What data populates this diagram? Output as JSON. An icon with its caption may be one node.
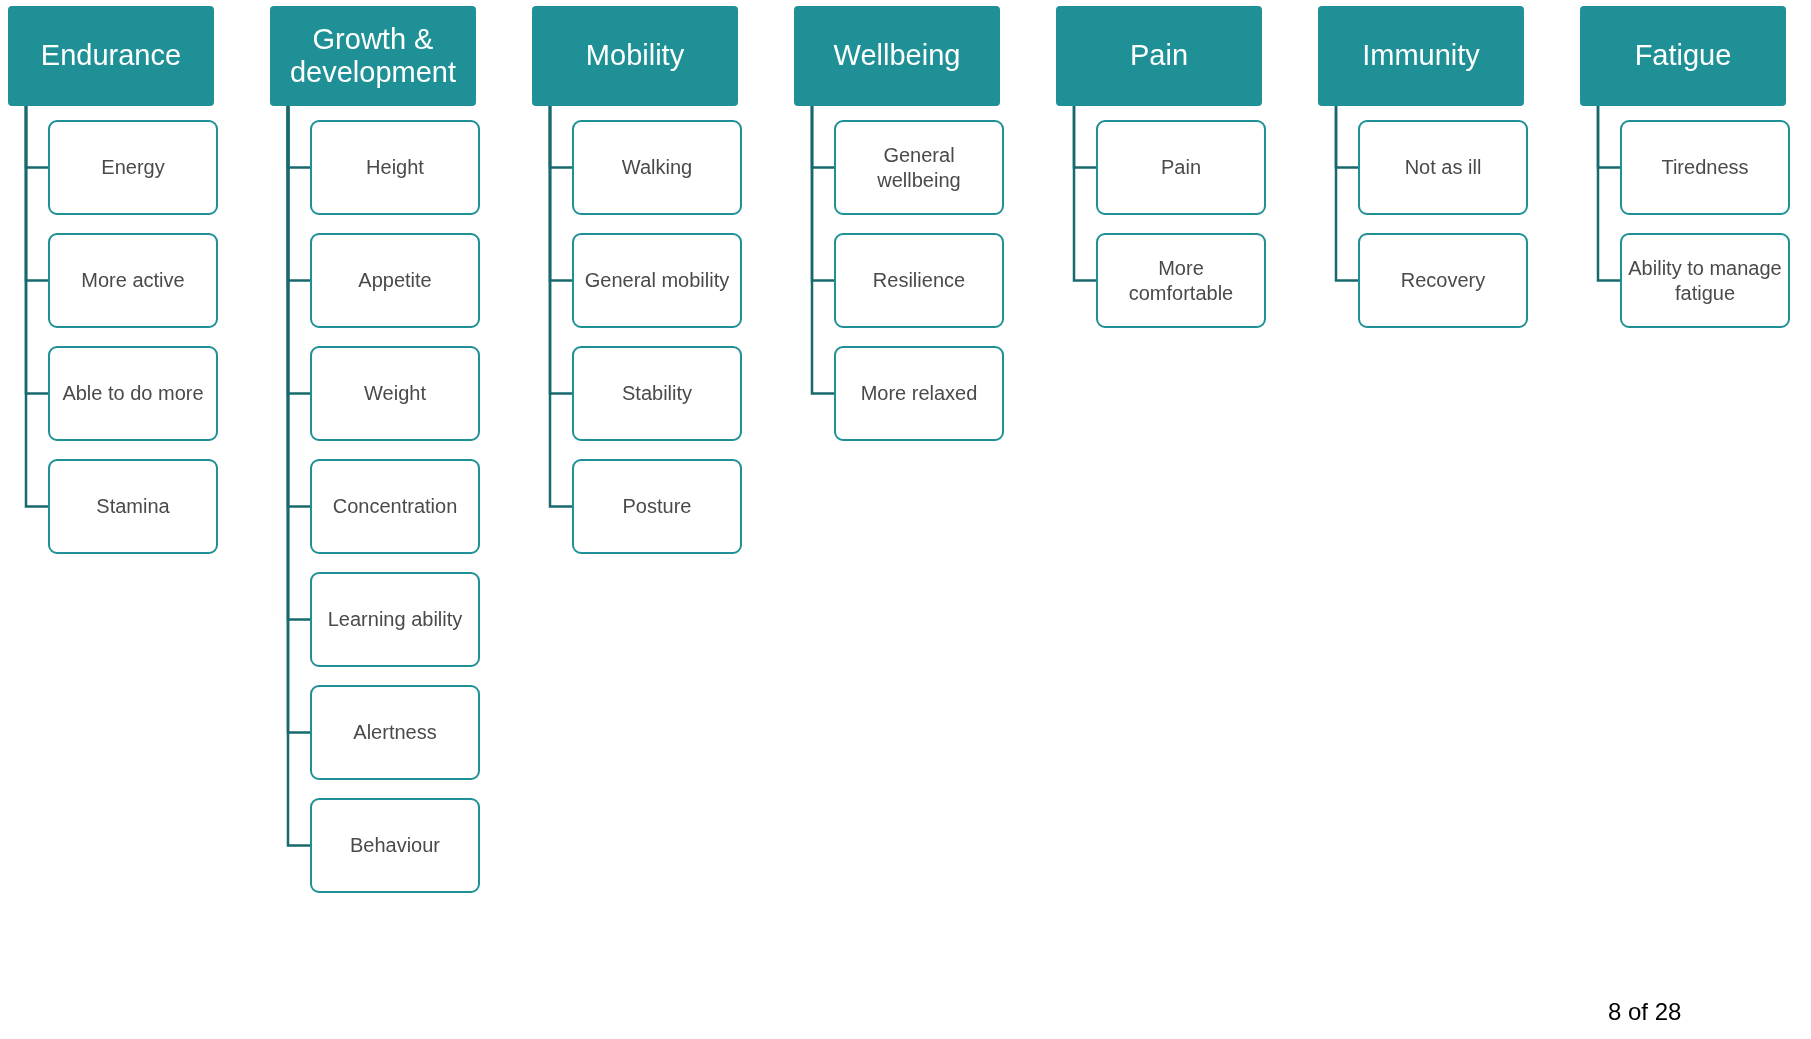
{
  "diagram": {
    "nodes": [
      {
        "text": [
          "Endurance"
        ]
      },
      {
        "text": [
          "Energy"
        ]
      },
      {
        "text": [
          "More active"
        ]
      },
      {
        "text": [
          "Able to do more"
        ]
      },
      {
        "text": [
          "Stamina"
        ]
      },
      {
        "text": [
          "Growth & development"
        ]
      },
      {
        "text": [
          "Height"
        ]
      },
      {
        "text": [
          "Appetite"
        ]
      },
      {
        "text": [
          "Weight"
        ]
      },
      {
        "text": [
          "Concentration"
        ]
      },
      {
        "text": [
          "Learning ability"
        ]
      },
      {
        "text": [
          "Alertness"
        ]
      },
      {
        "text": [
          "Behaviour"
        ]
      },
      {
        "text": [
          "Mobility"
        ]
      },
      {
        "text": [
          "Walking"
        ]
      },
      {
        "text": [
          "General mobility"
        ]
      },
      {
        "text": [
          "Stability"
        ]
      },
      {
        "text": [
          "Posture"
        ]
      },
      {
        "text": [
          "Wellbeing"
        ]
      },
      {
        "text": [
          "General wellbeing"
        ]
      },
      {
        "text": [
          "Resilience"
        ]
      },
      {
        "text": [
          "More relaxed"
        ]
      },
      {
        "text": [
          "Pain"
        ]
      },
      {
        "text": [
          "Pain"
        ]
      },
      {
        "text": [
          "More comfortable"
        ]
      },
      {
        "text": [
          "Immunity"
        ]
      },
      {
        "text": [
          "Not as ill"
        ]
      },
      {
        "text": [
          "Recovery"
        ]
      },
      {
        "text": [
          "Fatigue"
        ]
      },
      {
        "text": [
          "Tiredness"
        ]
      },
      {
        "text": [
          "Ability to manage fatigue"
        ]
      }
    ],
    "edges": [
      {
        "from": 0,
        "to": 1,
        "arrow": "none"
      },
      {
        "from": 0,
        "to": 2,
        "arrow": "none"
      },
      {
        "from": 0,
        "to": 3,
        "arrow": "none"
      },
      {
        "from": 0,
        "to": 4,
        "arrow": "none"
      },
      {
        "from": 5,
        "to": 6,
        "arrow": "none"
      },
      {
        "from": 5,
        "to": 7,
        "arrow": "none"
      },
      {
        "from": 5,
        "to": 8,
        "arrow": "none"
      },
      {
        "from": 5,
        "to": 9,
        "arrow": "none"
      },
      {
        "from": 5,
        "to": 10,
        "arrow": "none"
      },
      {
        "from": 5,
        "to": 11,
        "arrow": "none"
      },
      {
        "from": 5,
        "to": 12,
        "arrow": "none"
      },
      {
        "from": 13,
        "to": 14,
        "arrow": "none"
      },
      {
        "from": 13,
        "to": 15,
        "arrow": "none"
      },
      {
        "from": 13,
        "to": 16,
        "arrow": "none"
      },
      {
        "from": 13,
        "to": 17,
        "arrow": "none"
      },
      {
        "from": 18,
        "to": 19,
        "arrow": "none"
      },
      {
        "from": 18,
        "to": 20,
        "arrow": "none"
      },
      {
        "from": 18,
        "to": 21,
        "arrow": "none"
      },
      {
        "from": 22,
        "to": 23,
        "arrow": "none"
      },
      {
        "from": 22,
        "to": 24,
        "arrow": "none"
      },
      {
        "from": 25,
        "to": 26,
        "arrow": "none"
      },
      {
        "from": 25,
        "to": 27,
        "arrow": "none"
      },
      {
        "from": 28,
        "to": 29,
        "arrow": "none"
      },
      {
        "from": 28,
        "to": 30,
        "arrow": "none"
      }
    ],
    "labels": [
      "8 of 28"
    ]
  }
}
